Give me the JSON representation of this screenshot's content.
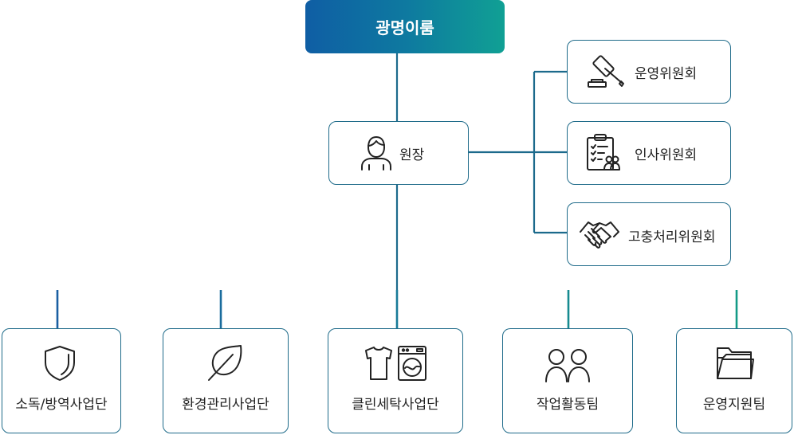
{
  "top": {
    "title": "광명이룸"
  },
  "director": {
    "label": "원장",
    "icon": "person-icon"
  },
  "committees": [
    {
      "label": "운영위원회",
      "icon": "gavel-icon"
    },
    {
      "label": "인사위원회",
      "icon": "clipboard-people-icon"
    },
    {
      "label": "고충처리위원회",
      "icon": "handshake-icon"
    }
  ],
  "departments": [
    {
      "label": "소독/방역사업단",
      "icon": "shield-icon"
    },
    {
      "label": "환경관리사업단",
      "icon": "leaf-icon"
    },
    {
      "label": "클린세탁사업단",
      "icon": "laundry-icon"
    },
    {
      "label": "작업활동팀",
      "icon": "people-icon"
    },
    {
      "label": "운영지원팀",
      "icon": "folder-icon"
    }
  ],
  "colors": {
    "line_start": "#1a5ea3",
    "line_end": "#139a86",
    "border": "#1f6b8a"
  }
}
